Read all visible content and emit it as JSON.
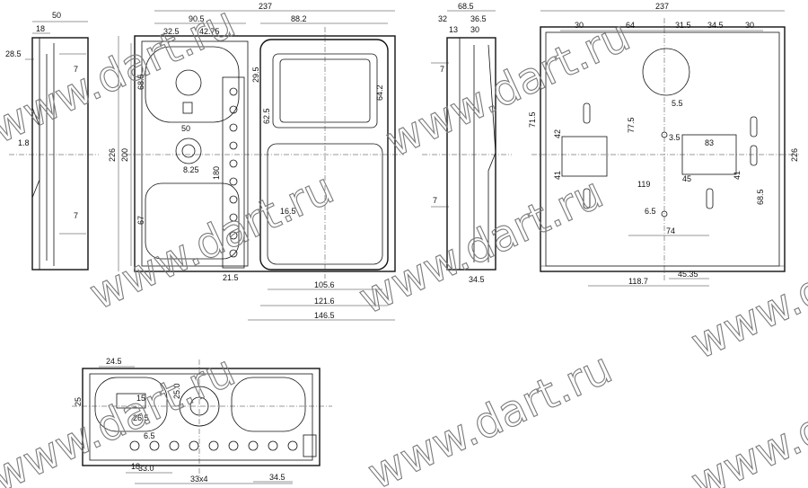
{
  "watermark": "www.dart.ru",
  "views": {
    "side_left": {
      "dims": [
        "50",
        "18",
        "28.5",
        "7",
        "7",
        "1.8"
      ]
    },
    "front": {
      "dims": [
        "237",
        "90.5",
        "88.2",
        "32.5",
        "42.75",
        "68.5",
        "29.5",
        "64.2",
        "62.5",
        "226",
        "200",
        "50",
        "8.25",
        "180",
        "67",
        "16.5",
        "21.5",
        "105.6",
        "121.6",
        "146.5"
      ]
    },
    "side_right": {
      "dims": [
        "68.5",
        "32",
        "36.5",
        "13",
        "30",
        "7",
        "7",
        "34.5"
      ]
    },
    "back": {
      "dims": [
        "237",
        "30",
        "64",
        "31.5",
        "34.5",
        "30",
        "71.5",
        "77.5",
        "5.5",
        "42",
        "3.5",
        "83",
        "41",
        "119",
        "45",
        "41",
        "68.5",
        "6.5",
        "74",
        "118.7",
        "45.35",
        "226"
      ]
    },
    "bottom": {
      "dims": [
        "24.5",
        "25",
        "15",
        "26.5",
        "25.0",
        "6.5",
        "18",
        "33.0",
        "33x4",
        "34.5"
      ]
    }
  }
}
